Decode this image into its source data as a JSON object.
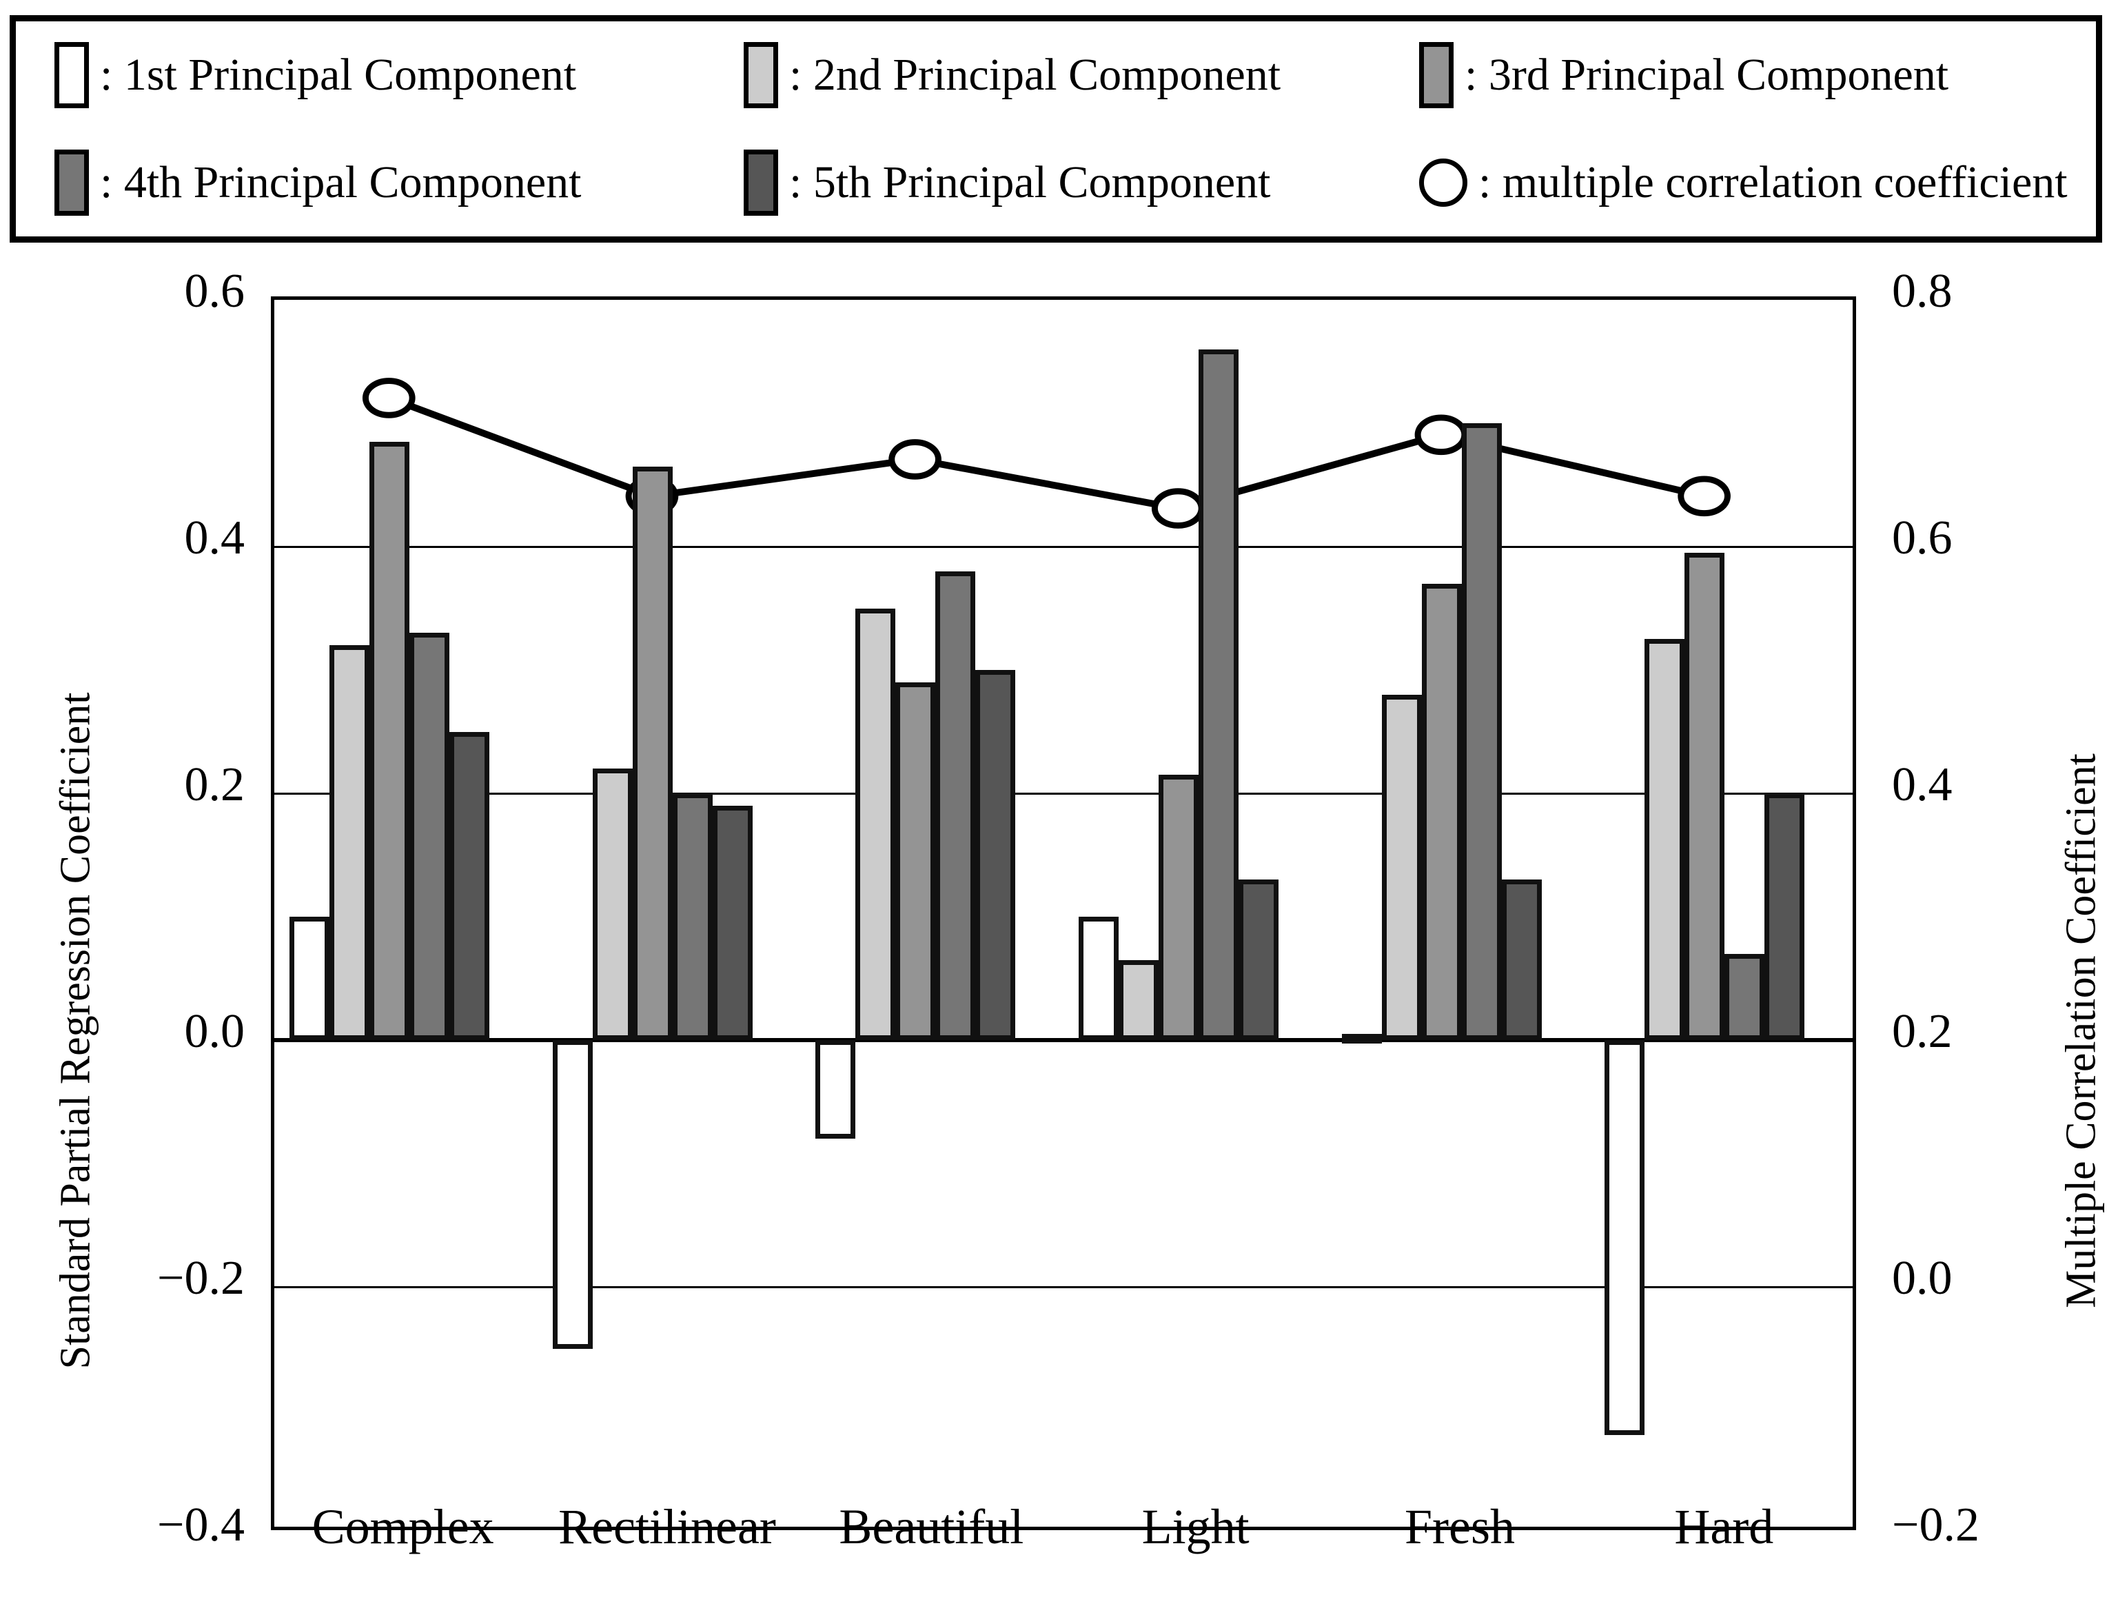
{
  "legend": {
    "items": [
      {
        "label": ": 1st Principal Component",
        "swatch": "bar-swatch-white",
        "color": "#ffffff"
      },
      {
        "label": ": 2nd Principal Component",
        "swatch": "bar-swatch-light-gray",
        "color": "#cccccc"
      },
      {
        "label": ": 3rd Principal Component",
        "swatch": "bar-swatch-mid-gray",
        "color": "#949494"
      },
      {
        "label": ": 4th Principal Component",
        "swatch": "bar-swatch-dark-gray",
        "color": "#767676"
      },
      {
        "label": ": 5th Principal Component",
        "swatch": "bar-swatch-darkest-gray",
        "color": "#565656"
      },
      {
        "label": ": multiple correlation coefficient",
        "swatch": "circle-marker",
        "color": "#ffffff"
      }
    ]
  },
  "chart_data": {
    "type": "bar",
    "title": "",
    "xlabel": "",
    "ylabel": "Standard Partial Regression Coefficient",
    "y2label": "Multiple Correlation Coefficient",
    "ylim": [
      -0.4,
      0.6
    ],
    "y2lim": [
      -0.2,
      0.8
    ],
    "grid": true,
    "legend_position": "top",
    "yticks": [
      "0.6",
      "0.4",
      "0.2",
      "0.0",
      "−0.2",
      "−0.4"
    ],
    "ytick_values": [
      0.6,
      0.4,
      0.2,
      0.0,
      -0.2,
      -0.4
    ],
    "y2ticks": [
      "0.8",
      "0.6",
      "0.4",
      "0.2",
      "0.0",
      "−0.2"
    ],
    "y2tick_values": [
      0.8,
      0.6,
      0.4,
      0.2,
      0.0,
      -0.2
    ],
    "categories": [
      "Complex",
      "Rectilinear",
      "Beautiful",
      "Light",
      "Fresh",
      "Hard"
    ],
    "series": [
      {
        "name": "1st Principal Component",
        "color": "#ffffff",
        "values": [
          0.1,
          -0.25,
          -0.08,
          0.1,
          0.005,
          -0.32
        ]
      },
      {
        "name": "2nd Principal Component",
        "color": "#cccccc",
        "values": [
          0.32,
          0.22,
          0.35,
          0.065,
          0.28,
          0.325
        ]
      },
      {
        "name": "3rd Principal Component",
        "color": "#949494",
        "values": [
          0.485,
          0.465,
          0.29,
          0.215,
          0.37,
          0.395
        ]
      },
      {
        "name": "4th Principal Component",
        "color": "#767676",
        "values": [
          0.33,
          0.2,
          0.38,
          0.56,
          0.5,
          0.07
        ]
      },
      {
        "name": "5th Principal Component",
        "color": "#565656",
        "values": [
          0.25,
          0.19,
          0.3,
          0.13,
          0.13,
          0.2
        ]
      }
    ],
    "line_series": {
      "name": "multiple correlation coefficient",
      "axis": "right",
      "marker": "open-circle",
      "color": "#000000",
      "values": [
        0.72,
        0.64,
        0.67,
        0.63,
        0.69,
        0.64
      ]
    }
  }
}
